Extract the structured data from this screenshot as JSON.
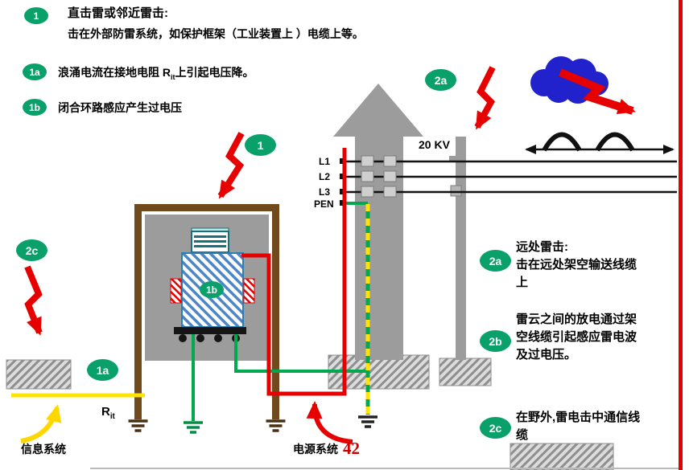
{
  "page_number": "42",
  "colors": {
    "badge_green": "#0aa06a",
    "accent_red": "#e60000",
    "cloud_blue": "#2222cc",
    "frame_brown": "#70491c",
    "structure_gray": "#9c9c9c",
    "wire_green": "#00a84f",
    "wire_yellow": "#ffe400"
  },
  "legend_top": {
    "item1": {
      "badge": "1",
      "line1": "直击雷或邻近雷击:",
      "line2": "击在外部防雷系统，如保护框架（工业装置上 ）电缆上等。"
    },
    "item1a": {
      "badge": "1a",
      "text_prefix": "浪涌电流在接地电阻 R",
      "text_sub": "it",
      "text_suffix": "上引起电压降。"
    },
    "item1b": {
      "badge": "1b",
      "text": "闭合环路感应产生过电压"
    }
  },
  "diagram": {
    "badge_1": "1",
    "badge_1a": "1a",
    "badge_1b": "1b",
    "badge_2a": "2a",
    "badge_2c": "2c",
    "voltage_label": "20 KV",
    "phase_labels": {
      "l1": "L1",
      "l2": "L2",
      "l3": "L3",
      "pen": "PEN"
    },
    "resistor_label": {
      "base": "R",
      "sub": "it"
    },
    "info_system_label": "信息系统",
    "power_system_label": "电源系统"
  },
  "legend_right": {
    "item2a": {
      "badge": "2a",
      "title": "远处雷击:",
      "lines": [
        "击在远处架空输送线缆",
        "上"
      ]
    },
    "item2b": {
      "badge": "2b",
      "lines": [
        "雷云之间的放电通过架",
        "空线缆引起感应雷电波",
        "及过电压。"
      ]
    },
    "item2c": {
      "badge": "2c",
      "lines": [
        "在野外,雷电击中通信线",
        "缆"
      ]
    }
  }
}
